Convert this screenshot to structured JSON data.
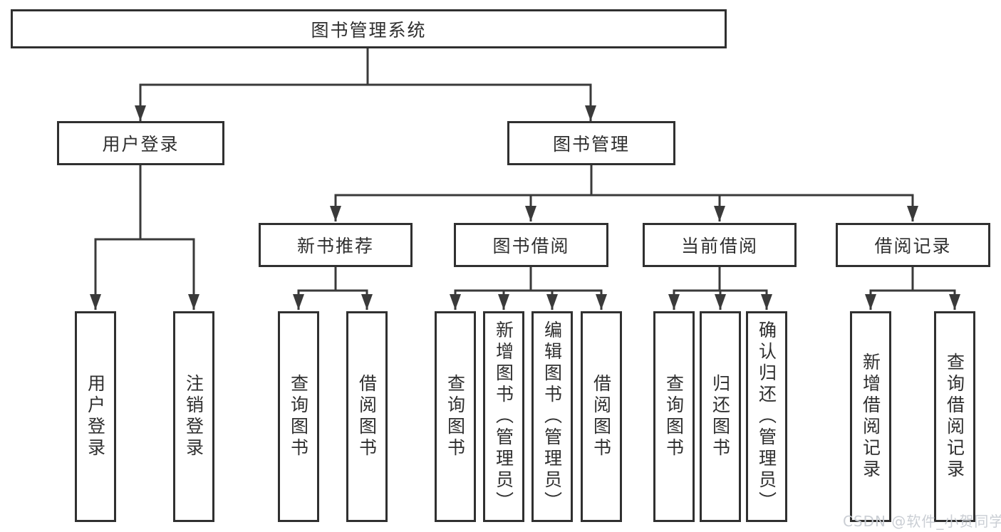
{
  "diagram_title": "图书管理系统",
  "tree": {
    "label": "图书管理系统",
    "children": [
      {
        "label": "用户登录",
        "children": [
          {
            "label": "用户登录"
          },
          {
            "label": "注销登录"
          }
        ]
      },
      {
        "label": "图书管理",
        "children": [
          {
            "label": "新书推荐",
            "children": [
              {
                "label": "查询图书"
              },
              {
                "label": "借阅图书"
              }
            ]
          },
          {
            "label": "图书借阅",
            "children": [
              {
                "label": "查询图书"
              },
              {
                "label": "新增图书（管理员）"
              },
              {
                "label": "编辑图书（管理员）"
              },
              {
                "label": "借阅图书"
              }
            ]
          },
          {
            "label": "当前借阅",
            "children": [
              {
                "label": "查询图书"
              },
              {
                "label": "归还图书"
              },
              {
                "label": "确认归还（管理员）"
              }
            ]
          },
          {
            "label": "借阅记录",
            "children": [
              {
                "label": "新增借阅记录"
              },
              {
                "label": "查询借阅记录"
              }
            ]
          }
        ]
      }
    ]
  },
  "watermark": "CSDN @软件_小贺同学",
  "colors": {
    "line": "#3a3a3a",
    "box_border": "#303030",
    "text": "#2f2f2f",
    "background": "#ffffff",
    "watermark": "#c8ccd2"
  }
}
